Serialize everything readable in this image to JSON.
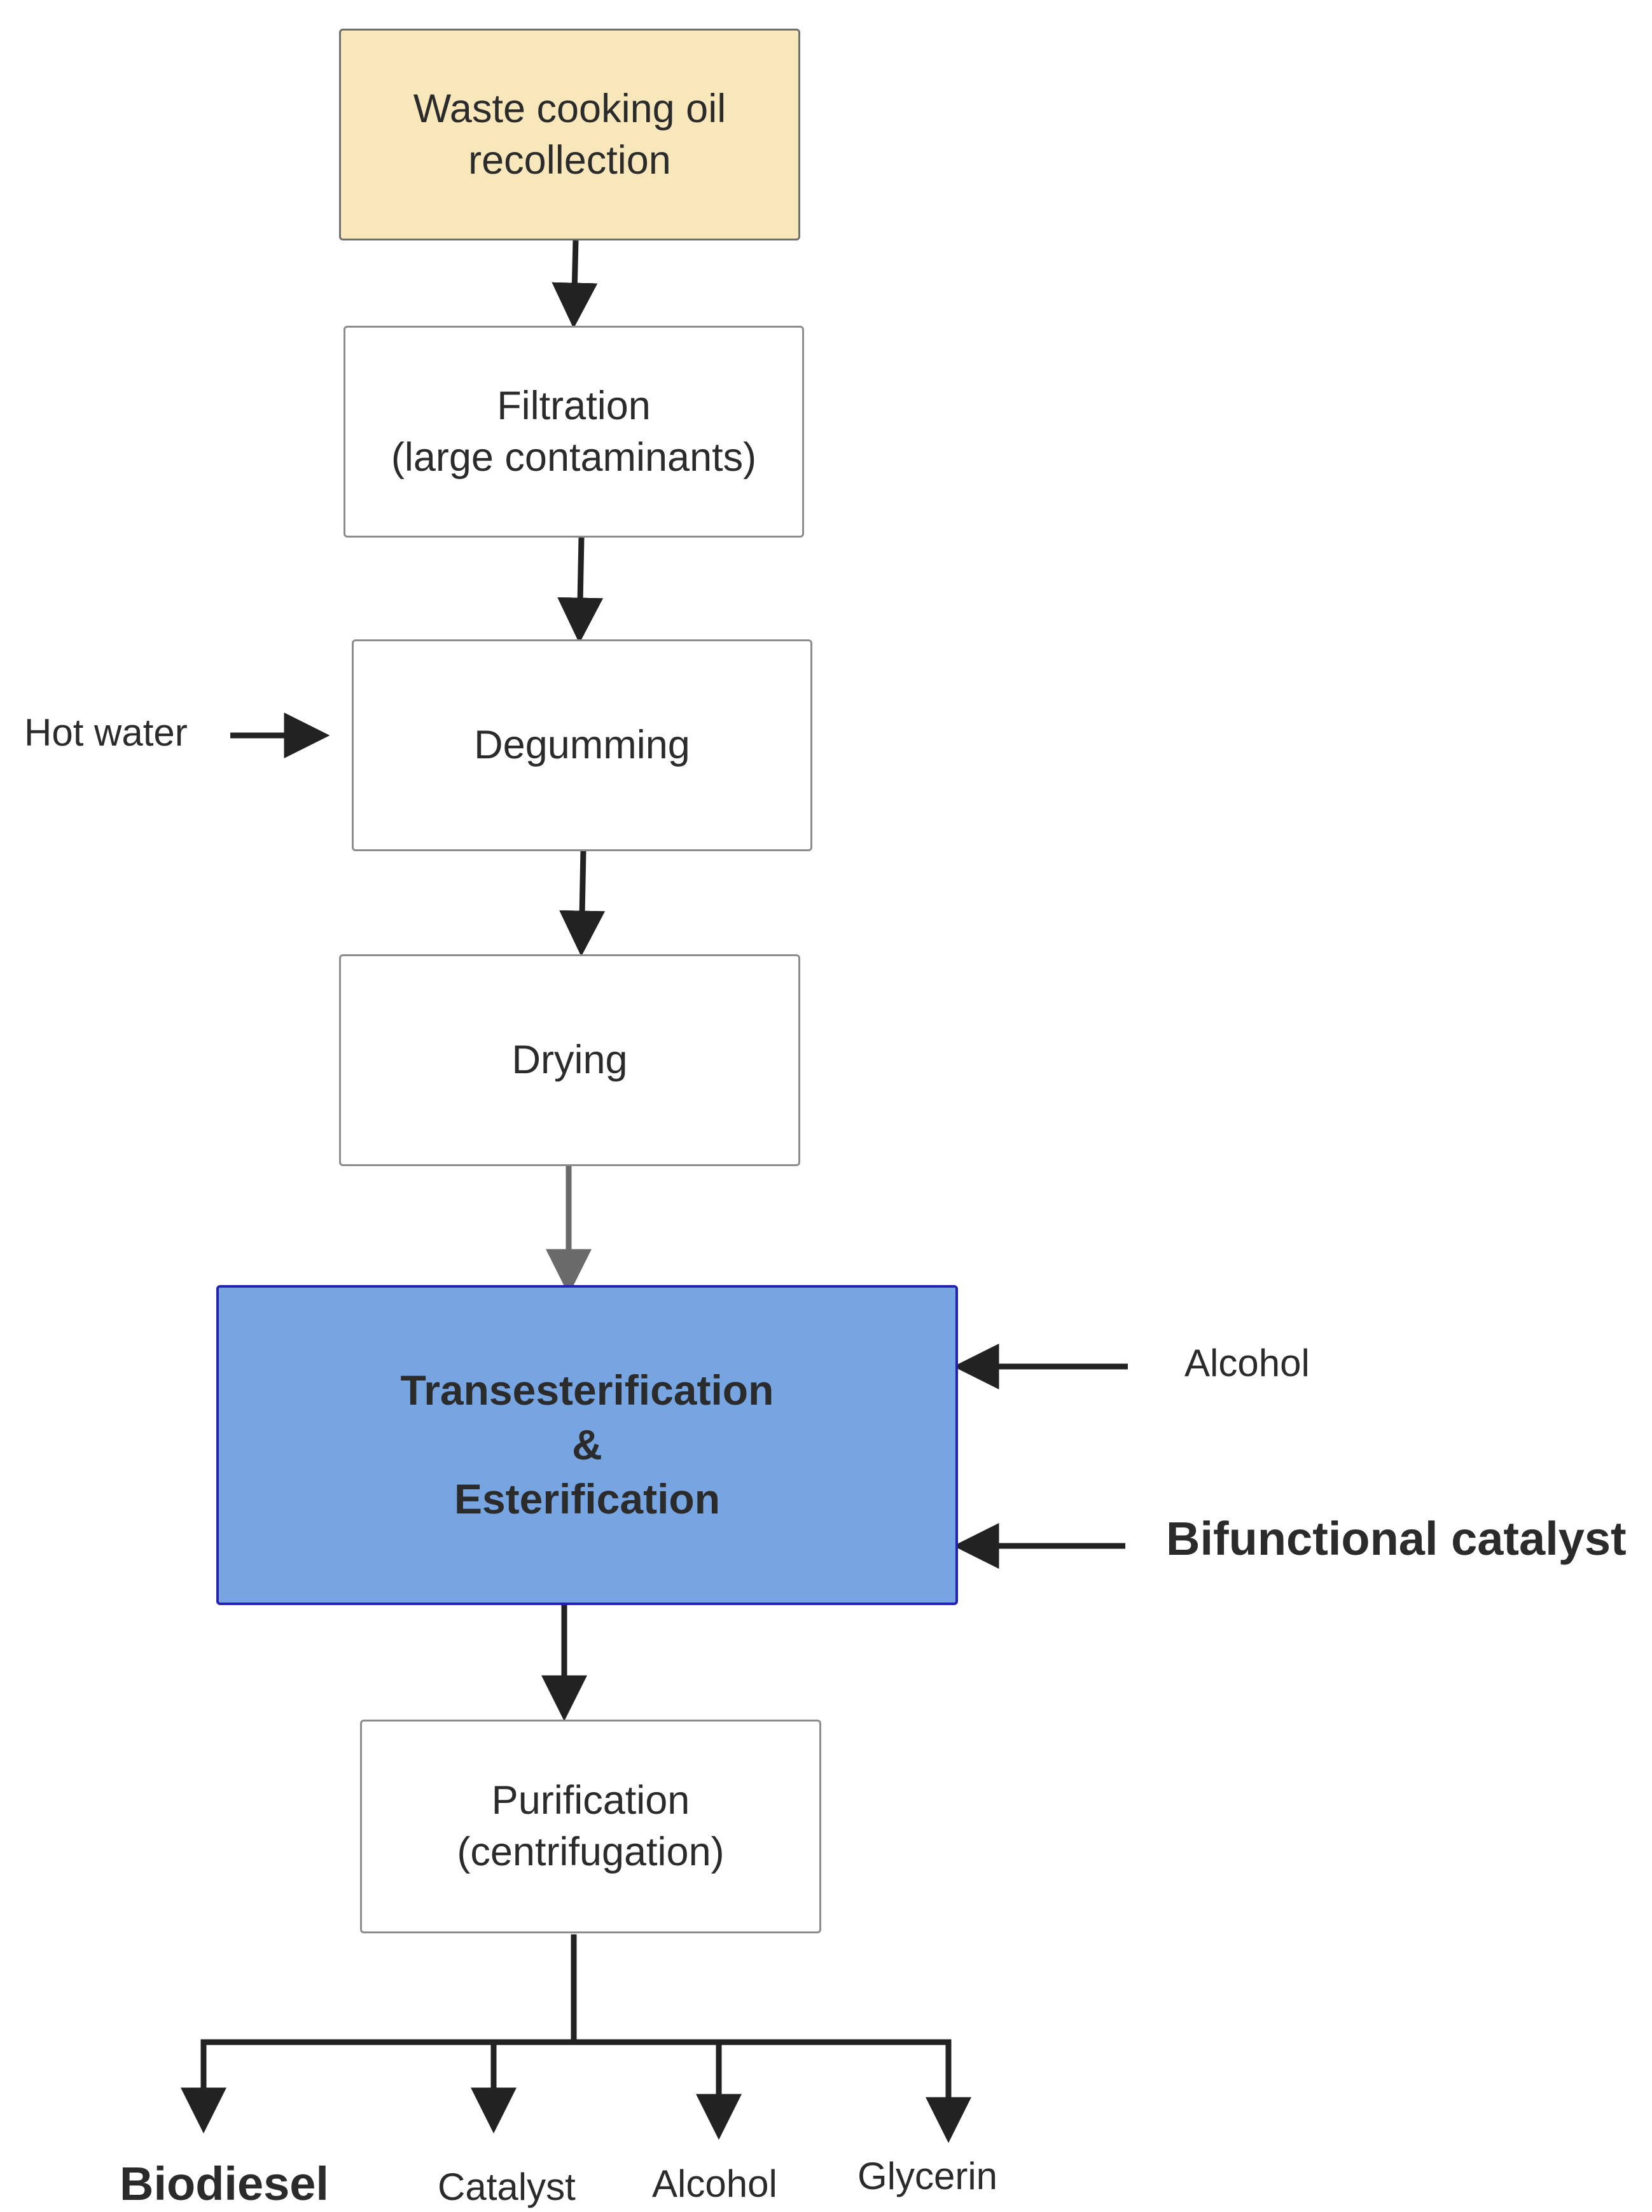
{
  "diagram": {
    "steps": [
      {
        "id": "recollection",
        "label": "Waste cooking oil\nrecollection"
      },
      {
        "id": "filtration",
        "label": "Filtration\n(large contaminants)"
      },
      {
        "id": "degumming",
        "label": "Degumming"
      },
      {
        "id": "drying",
        "label": "Drying"
      },
      {
        "id": "reaction",
        "label": "Transesterification\n&\nEsterification"
      },
      {
        "id": "purification",
        "label": "Purification\n(centrifugation)"
      }
    ],
    "inputs": {
      "hot_water": "Hot water",
      "alcohol": "Alcohol",
      "catalyst": "Bifunctional catalyst"
    },
    "outputs": [
      "Biodiesel",
      "Catalyst",
      "Alcohol",
      "Glycerin"
    ],
    "colors": {
      "start_fill": "#f7e7bb",
      "reaction_fill": "#76a5e2",
      "reaction_border": "#2323b0",
      "arrow": "#222222"
    }
  }
}
